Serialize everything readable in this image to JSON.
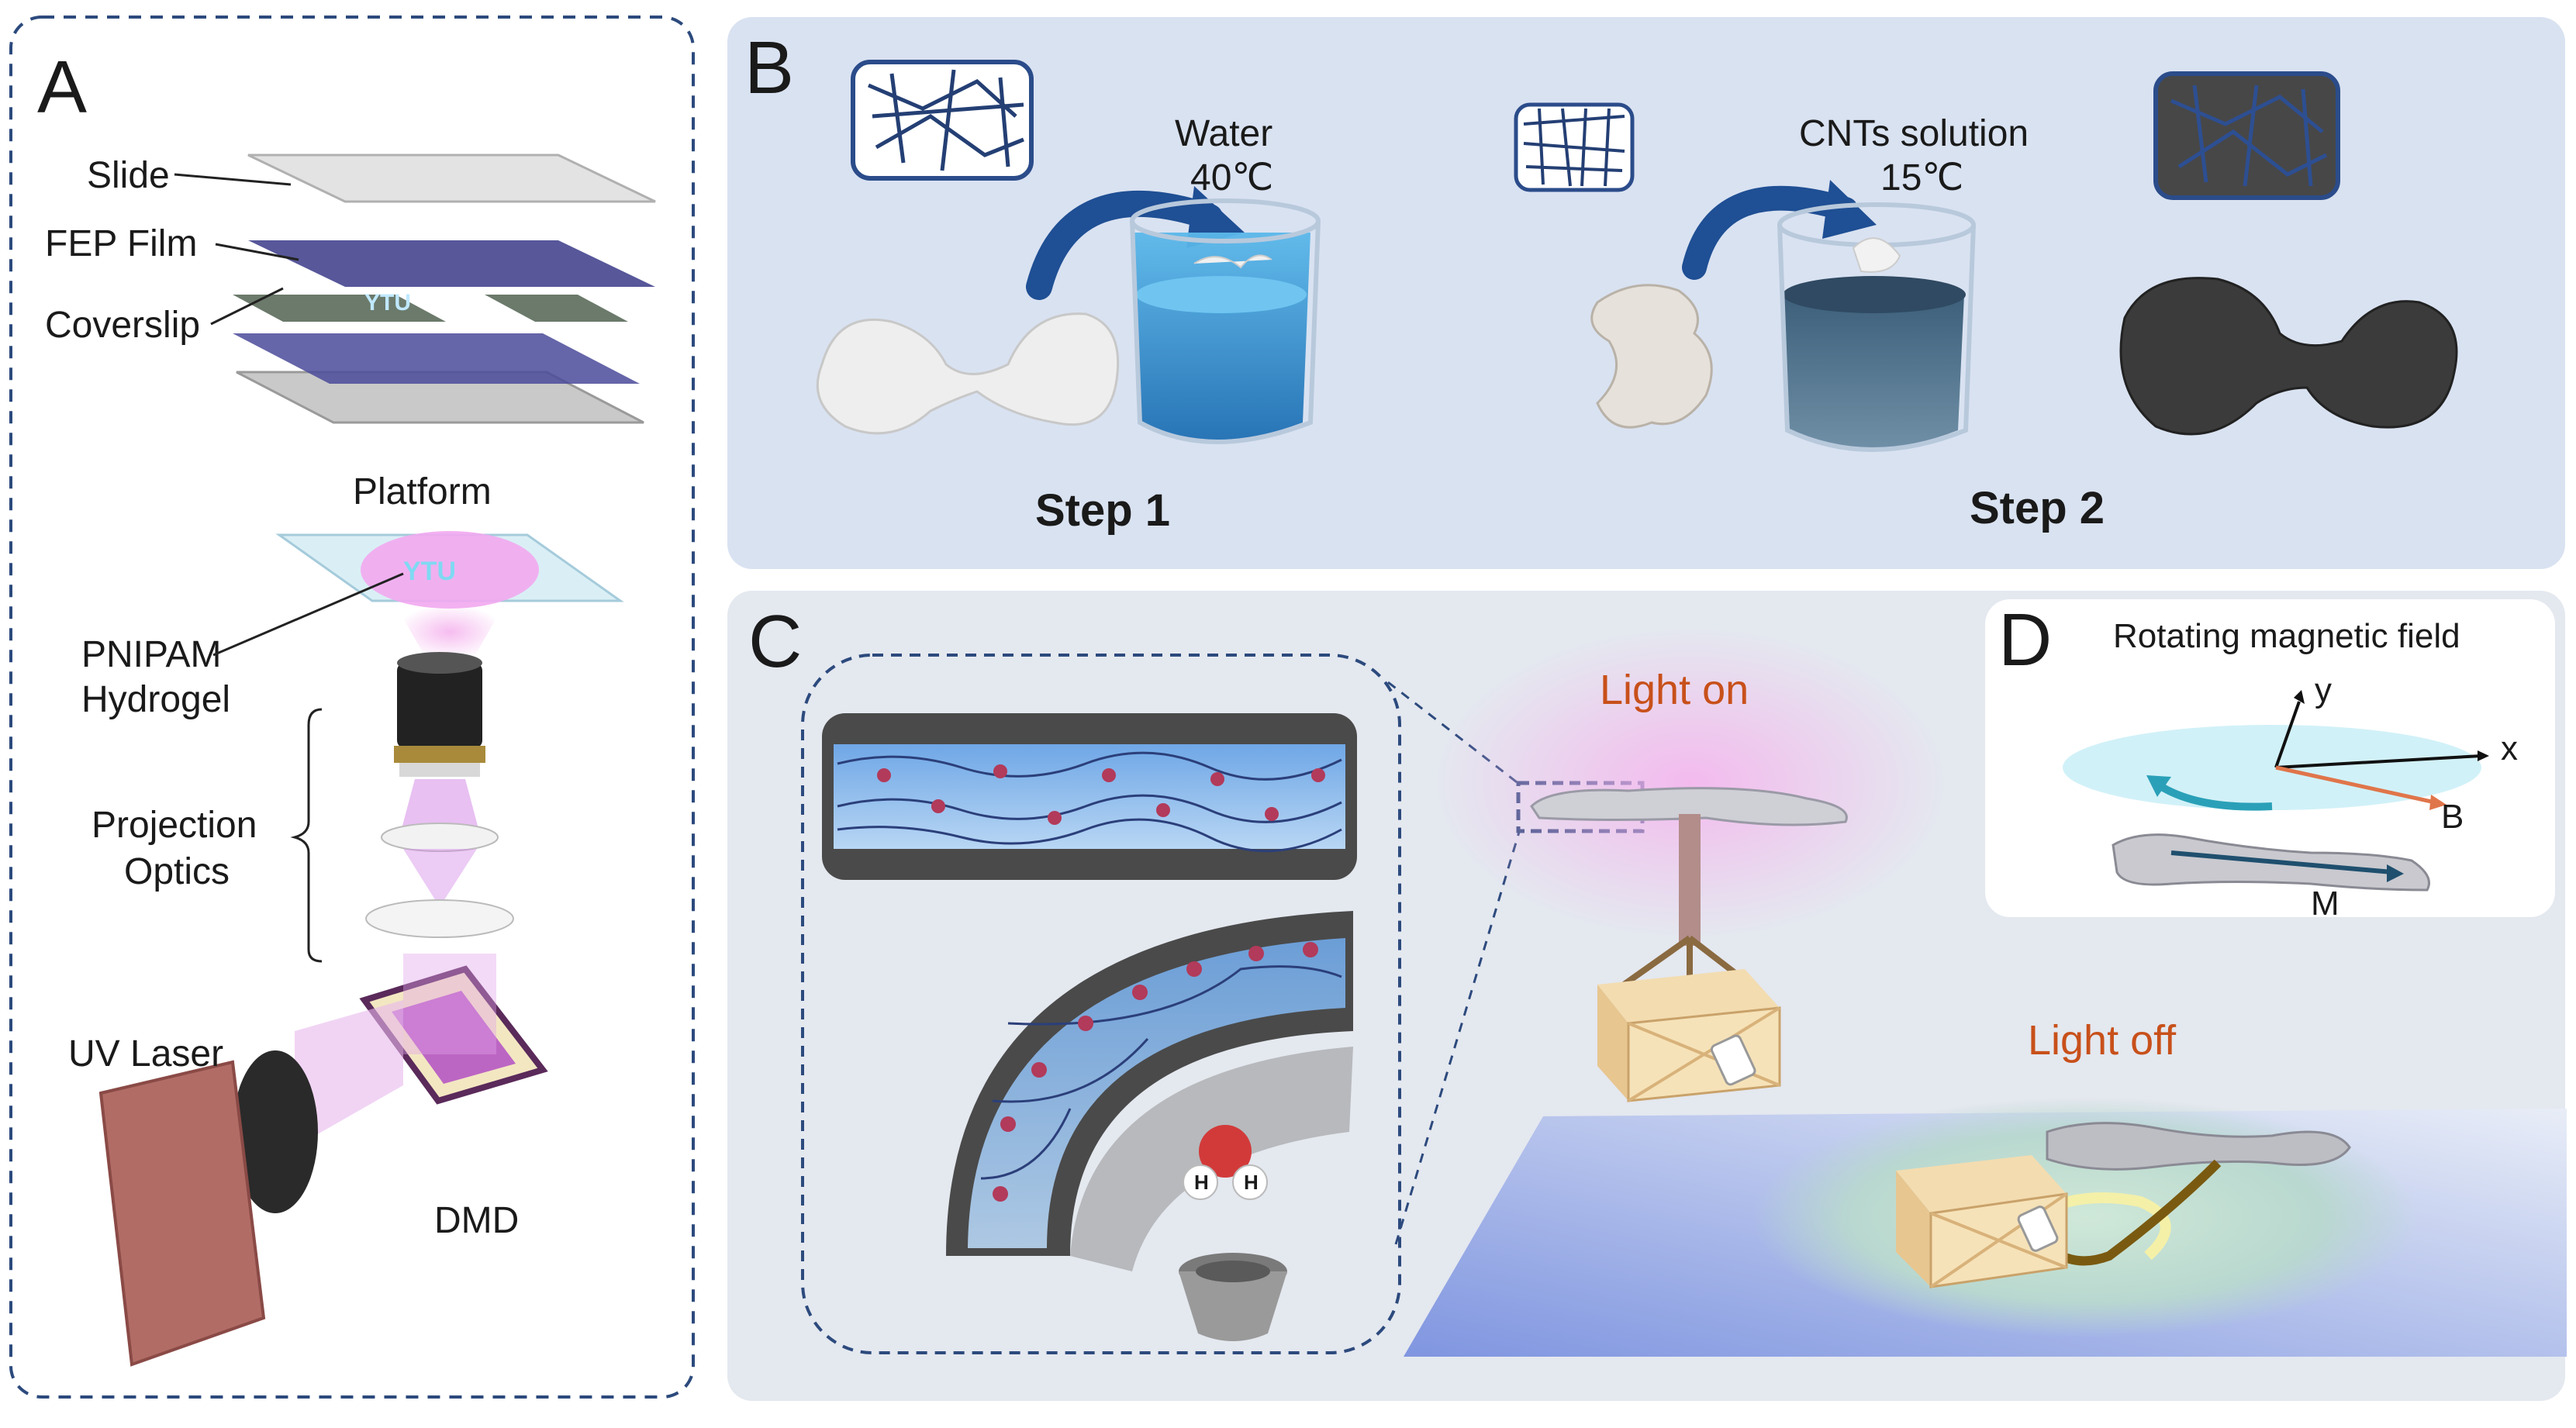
{
  "panels": {
    "A": {
      "letter": "A",
      "labels": {
        "slide": "Slide",
        "fep": "FEP Film",
        "coverslip": "Coverslip",
        "platform": "Platform",
        "pnipam1": "PNIPAM",
        "pnipam2": "Hydrogel",
        "proj1": "Projection",
        "proj2": "Optics",
        "uv": "UV Laser",
        "dmd": "DMD",
        "logo": "YTU"
      }
    },
    "B": {
      "letter": "B",
      "water1": "Water",
      "water2": "40℃",
      "cnts1": "CNTs solution",
      "cnts2": "15℃",
      "step1": "Step 1",
      "step2": "Step 2"
    },
    "C": {
      "letter": "C",
      "light_on": "Light on",
      "light_off": "Light off",
      "h_left": "H",
      "h_right": "H"
    },
    "D": {
      "letter": "D",
      "title": "Rotating magnetic field",
      "y": "y",
      "x": "x",
      "B": "B",
      "M": "M"
    }
  },
  "colors": {
    "panel_b_bg": "#d9e2f1",
    "panel_c_bg": "#e4e8ef",
    "dash_blue": "#2c4a7d",
    "orange_text": "#c8501a",
    "water_blue": "#3f9fd8",
    "cnt_dark": "#3a3a3a"
  }
}
